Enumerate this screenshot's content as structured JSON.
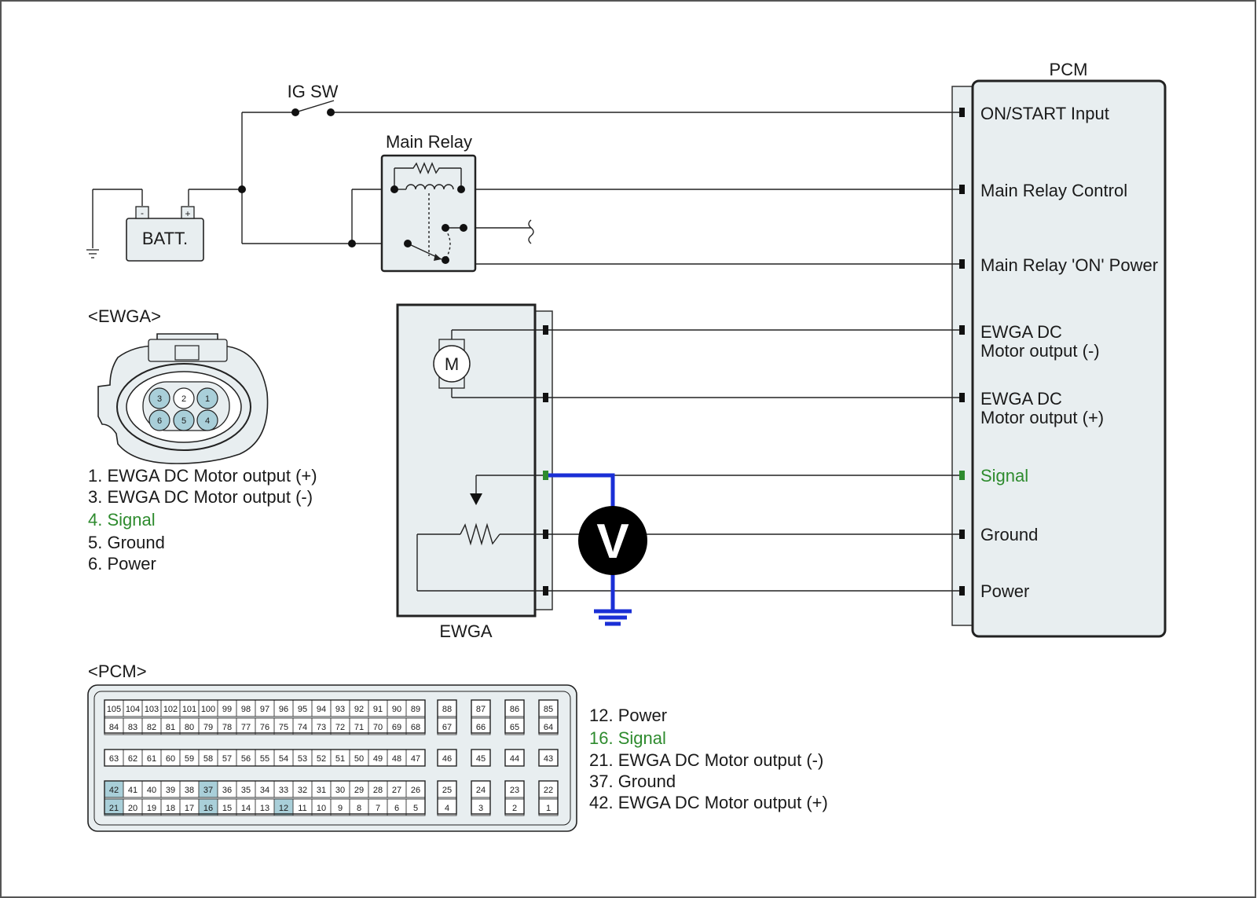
{
  "colors": {
    "signal_text": "#2e8b2e",
    "box_fill": "#e8eef0",
    "highlight_pin": "#a9cfd9",
    "probe_wire": "#1a2fd6",
    "meter_body": "#000000"
  },
  "top": {
    "ig_sw": "IG SW",
    "main_relay": "Main Relay",
    "batt": "BATT.",
    "batt_minus": "-",
    "batt_plus": "+"
  },
  "pcm_box": {
    "title": "PCM",
    "terminals": [
      {
        "label": "ON/START Input"
      },
      {
        "label": "Main Relay Control"
      },
      {
        "label": "Main Relay 'ON' Power"
      },
      {
        "label": "EWGA DC",
        "label2": "Motor output (-)"
      },
      {
        "label": "EWGA DC",
        "label2": "Motor output (+)"
      },
      {
        "label": "Signal",
        "highlight": true
      },
      {
        "label": "Ground"
      },
      {
        "label": "Power"
      }
    ]
  },
  "ewga_box": {
    "title": "EWGA",
    "motor": "M",
    "meter": "V"
  },
  "ewga_connector": {
    "title": "<EWGA>",
    "pins": [
      {
        "n": "3",
        "lit": true
      },
      {
        "n": "2",
        "lit": false
      },
      {
        "n": "1",
        "lit": true
      },
      {
        "n": "6",
        "lit": true
      },
      {
        "n": "5",
        "lit": true
      },
      {
        "n": "4",
        "lit": true
      }
    ],
    "legend": [
      {
        "text": "1. EWGA DC Motor output (+)"
      },
      {
        "text": "3. EWGA DC Motor output (-)"
      },
      {
        "text": "4. Signal",
        "highlight": true
      },
      {
        "text": "5. Ground"
      },
      {
        "text": "6. Power"
      }
    ]
  },
  "pcm_connector": {
    "title": "<PCM>",
    "row1": [
      "105",
      "104",
      "103",
      "102",
      "101",
      "100",
      "99",
      "98",
      "97",
      "96",
      "95",
      "94",
      "93",
      "92",
      "91",
      "90",
      "89"
    ],
    "row2": [
      "84",
      "83",
      "82",
      "81",
      "80",
      "79",
      "78",
      "77",
      "76",
      "75",
      "74",
      "73",
      "72",
      "71",
      "70",
      "69",
      "68"
    ],
    "row3": [
      "63",
      "62",
      "61",
      "60",
      "59",
      "58",
      "57",
      "56",
      "55",
      "54",
      "53",
      "52",
      "51",
      "50",
      "49",
      "48",
      "47"
    ],
    "row4": [
      "42",
      "41",
      "40",
      "39",
      "38",
      "37",
      "36",
      "35",
      "34",
      "33",
      "32",
      "31",
      "30",
      "29",
      "28",
      "27",
      "26"
    ],
    "row5": [
      "21",
      "20",
      "19",
      "18",
      "17",
      "16",
      "15",
      "14",
      "13",
      "12",
      "11",
      "10",
      "9",
      "8",
      "7",
      "6",
      "5"
    ],
    "side_top": [
      "88",
      "87",
      "86",
      "85"
    ],
    "side_top2": [
      "67",
      "66",
      "65",
      "64"
    ],
    "side_mid": [
      "46",
      "45",
      "44",
      "43"
    ],
    "side_bot": [
      "25",
      "24",
      "23",
      "22"
    ],
    "side_bot2": [
      "4",
      "3",
      "2",
      "1"
    ],
    "highlighted": [
      "42",
      "37",
      "21",
      "16",
      "12"
    ],
    "legend": [
      {
        "text": "12. Power"
      },
      {
        "text": "16. Signal",
        "highlight": true
      },
      {
        "text": "21. EWGA DC Motor output (-)"
      },
      {
        "text": "37. Ground"
      },
      {
        "text": "42. EWGA DC Motor output (+)"
      }
    ]
  }
}
